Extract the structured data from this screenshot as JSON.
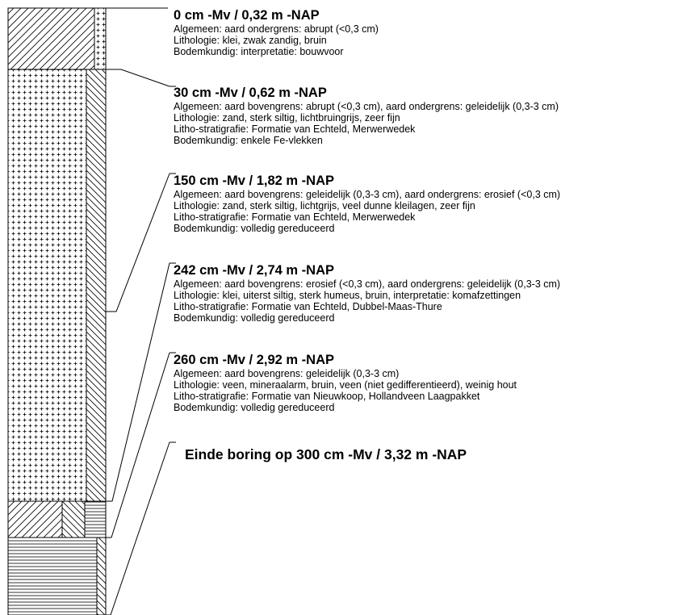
{
  "layers": [
    {
      "heading": "0 cm -Mv / 0,32 m -NAP",
      "lines": [
        "Algemeen: aard ondergrens: abrupt (<0,3 cm)",
        "Lithologie: klei, zwak zandig, bruin",
        "Bodemkundig: interpretatie: bouwvoor"
      ]
    },
    {
      "heading": "30 cm -Mv / 0,62 m -NAP",
      "lines": [
        "Algemeen: aard bovengrens: abrupt (<0,3 cm), aard ondergrens: geleidelijk (0,3-3 cm)",
        "Lithologie: zand, sterk siltig, lichtbruingrijs, zeer fijn",
        "Litho-stratigrafie: Formatie van Echteld, Merwerwedek",
        "Bodemkundig: enkele Fe-vlekken"
      ]
    },
    {
      "heading": "150 cm -Mv / 1,82 m -NAP",
      "lines": [
        "Algemeen: aard bovengrens: geleidelijk (0,3-3 cm), aard ondergrens: erosief (<0,3 cm)",
        "Lithologie: zand, sterk siltig, lichtgrijs, veel dunne kleilagen, zeer fijn",
        "Litho-stratigrafie: Formatie van Echteld, Merwerwedek",
        "Bodemkundig: volledig gereduceerd"
      ]
    },
    {
      "heading": "242 cm -Mv / 2,74 m -NAP",
      "lines": [
        "Algemeen: aard bovengrens: erosief (<0,3 cm), aard ondergrens: geleidelijk (0,3-3 cm)",
        "Lithologie: klei, uiterst siltig, sterk humeus, bruin, interpretatie: komafzettingen",
        "Litho-stratigrafie: Formatie van Echteld, Dubbel-Maas-Thure",
        "Bodemkundig: volledig gereduceerd"
      ]
    },
    {
      "heading": "260 cm -Mv / 2,92 m -NAP",
      "lines": [
        "Algemeen: aard bovengrens: geleidelijk (0,3-3 cm)",
        "Lithologie: veen, mineraalarm, bruin, veen (niet gedifferentieerd), weinig hout",
        "Litho-stratigrafie: Formatie van Nieuwkoop, Hollandveen Laagpakket",
        "Bodemkundig: volledig gereduceerd"
      ]
    }
  ],
  "end_label": "Einde boring op 300 cm -Mv / 3,32 m -NAP"
}
